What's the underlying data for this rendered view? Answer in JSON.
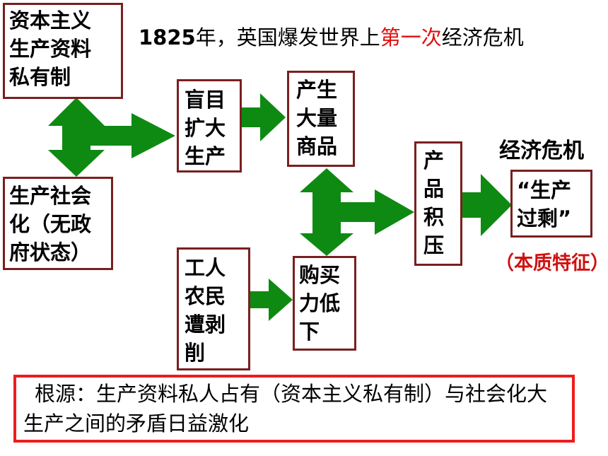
{
  "title": {
    "year": "1825",
    "part1": "年，英国爆发世界上",
    "highlight": "第一次",
    "part2": "经济危机"
  },
  "boxes": {
    "private_ownership": [
      "资本主义",
      "生产资料",
      "私有制"
    ],
    "socialized_production": [
      "生产社会",
      "化（无政",
      "府状态）"
    ],
    "blind_expansion": [
      "盲目",
      "扩大",
      "生产"
    ],
    "mass_goods": [
      "产生",
      "大量",
      "商品"
    ],
    "workers_exploited": [
      "工人",
      "农民",
      "遭剥",
      "削"
    ],
    "low_purchasing": [
      "购买",
      "力低",
      "下"
    ],
    "product_backlog": [
      "产",
      "品",
      "积",
      "压"
    ],
    "overproduction": [
      "“生产",
      "过剩”"
    ]
  },
  "labels": {
    "economic_crisis": "经济危机",
    "essential_feature": "（本质特征）"
  },
  "root": {
    "text": "根源：生产资料私人占有（资本主义私有制）与社会化大生产之间的矛盾日益激化"
  },
  "colors": {
    "arrow_fill": "#0e8a12",
    "box_border": "#7a1f1f",
    "root_border": "#ee1c1c",
    "highlight": "#e01010"
  }
}
